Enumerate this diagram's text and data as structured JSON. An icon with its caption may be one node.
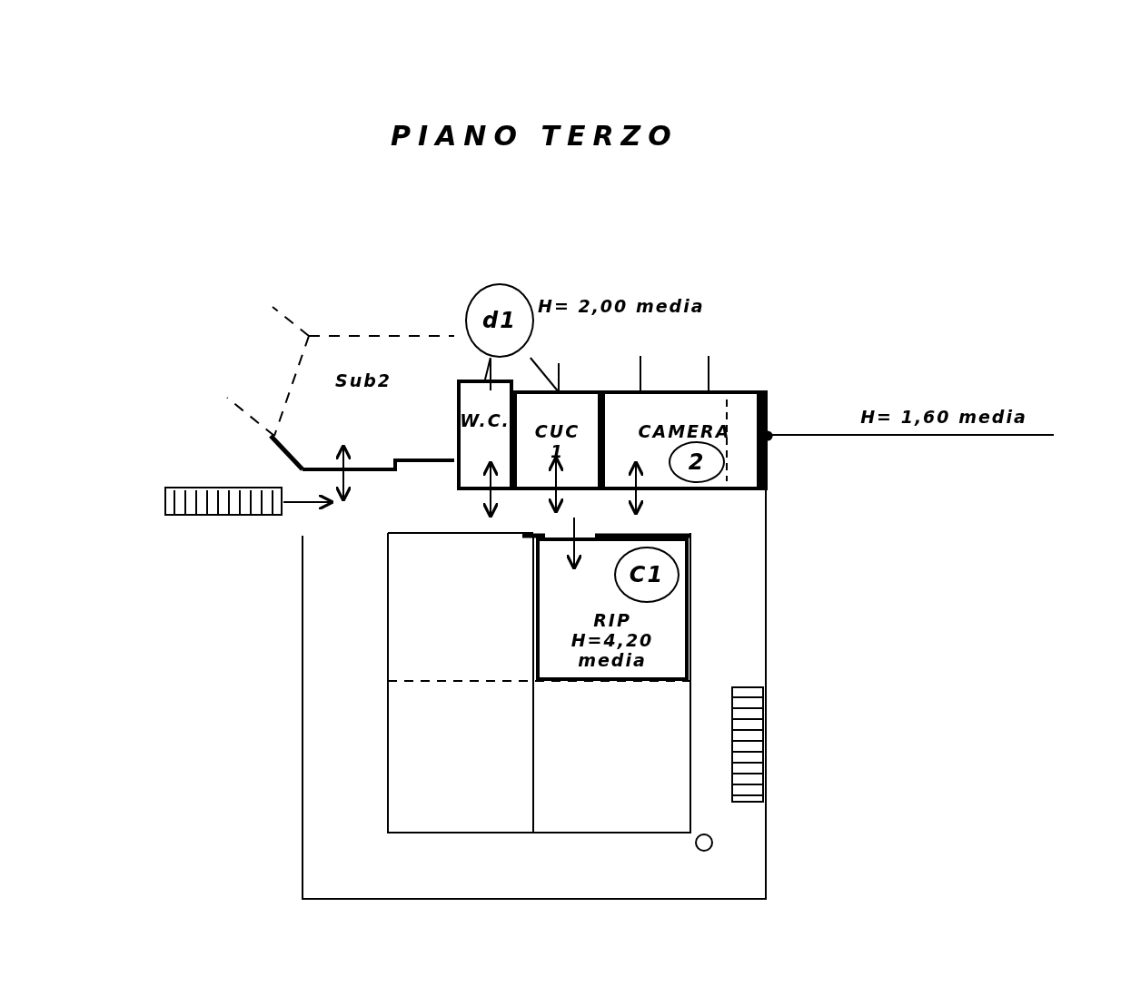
{
  "diagram": {
    "title": "PIANO TERZO",
    "nodes": [
      {
        "text": [
          "Sub2"
        ]
      },
      {
        "text": [
          "W.C."
        ]
      },
      {
        "text": [
          "CUC",
          "1"
        ]
      },
      {
        "text": [
          "CAMERA"
        ]
      },
      {
        "text": [
          "2"
        ],
        "in": 3
      },
      {
        "text": [
          "d1"
        ],
        "beside": [
          "H= 2,00 media"
        ]
      },
      {
        "text": [
          "H= 1,60 media"
        ]
      },
      {
        "text": [
          "RIP",
          "H=4,20 media"
        ]
      },
      {
        "text": [
          "C1"
        ],
        "in": 7
      }
    ],
    "edges": [
      {
        "from": 5,
        "to": 1,
        "arrow": "none"
      },
      {
        "from": 5,
        "to": 2,
        "arrow": "none"
      },
      {
        "from": 6,
        "to": 3,
        "arrow": "other"
      }
    ]
  }
}
